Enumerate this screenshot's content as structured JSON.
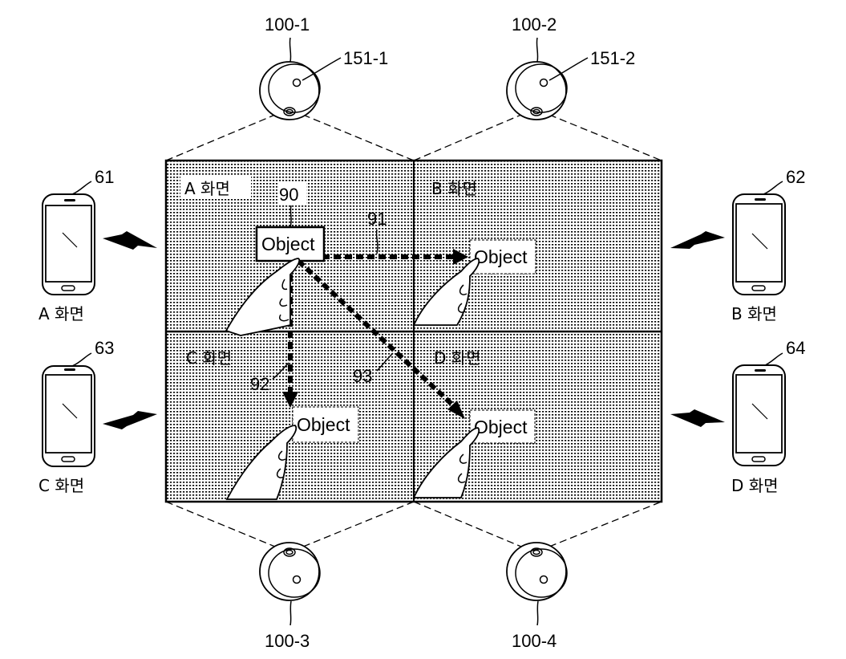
{
  "projectors": [
    {
      "id": "100-1",
      "sensor_label": "151-1"
    },
    {
      "id": "100-2",
      "sensor_label": "151-2"
    },
    {
      "id": "100-3",
      "sensor_label": ""
    },
    {
      "id": "100-4",
      "sensor_label": ""
    }
  ],
  "screens": [
    {
      "key": "A",
      "label": "A 화면"
    },
    {
      "key": "B",
      "label": "B 화면"
    },
    {
      "key": "C",
      "label": "C 화면"
    },
    {
      "key": "D",
      "label": "D 화면"
    }
  ],
  "objects": {
    "source": {
      "text": "Object",
      "ref": "90"
    },
    "to_B": {
      "text": "Object"
    },
    "to_C": {
      "text": "Object"
    },
    "to_D": {
      "text": "Object"
    }
  },
  "arrows": {
    "to_B": {
      "ref": "91"
    },
    "to_C": {
      "ref": "92"
    },
    "to_D": {
      "ref": "93"
    }
  },
  "devices": [
    {
      "ref": "61",
      "label": "A 화면"
    },
    {
      "ref": "62",
      "label": "B 화면"
    },
    {
      "ref": "63",
      "label": "C 화면"
    },
    {
      "ref": "64",
      "label": "D 화면"
    }
  ],
  "colors": {
    "ink": "#000000",
    "background": "#ffffff",
    "screen_dots": "#000000"
  }
}
